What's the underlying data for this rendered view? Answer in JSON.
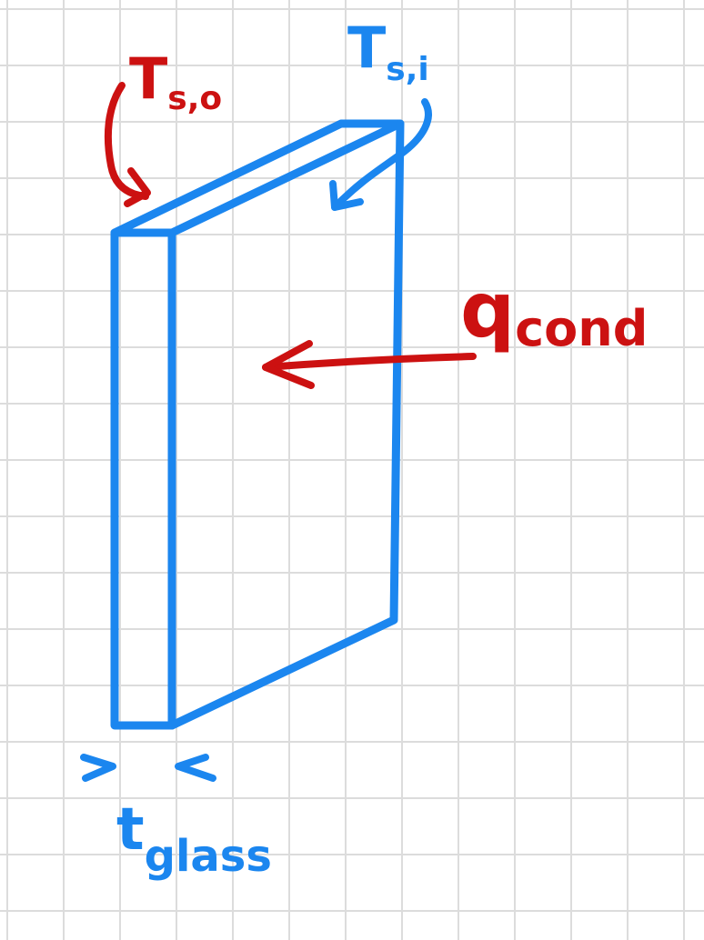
{
  "colors": {
    "background": "#ffffff",
    "grid": "#dcdcdc",
    "slab": "#1b86ef",
    "annotation_red": "#cc1111"
  },
  "labels": {
    "ts_outer_main": "T",
    "ts_outer_sub": "s,o",
    "ts_inner_main": "T",
    "ts_inner_sub": "s,i",
    "q_main": "q",
    "q_sub": "cond",
    "t_main": "t",
    "t_sub": "glass"
  }
}
